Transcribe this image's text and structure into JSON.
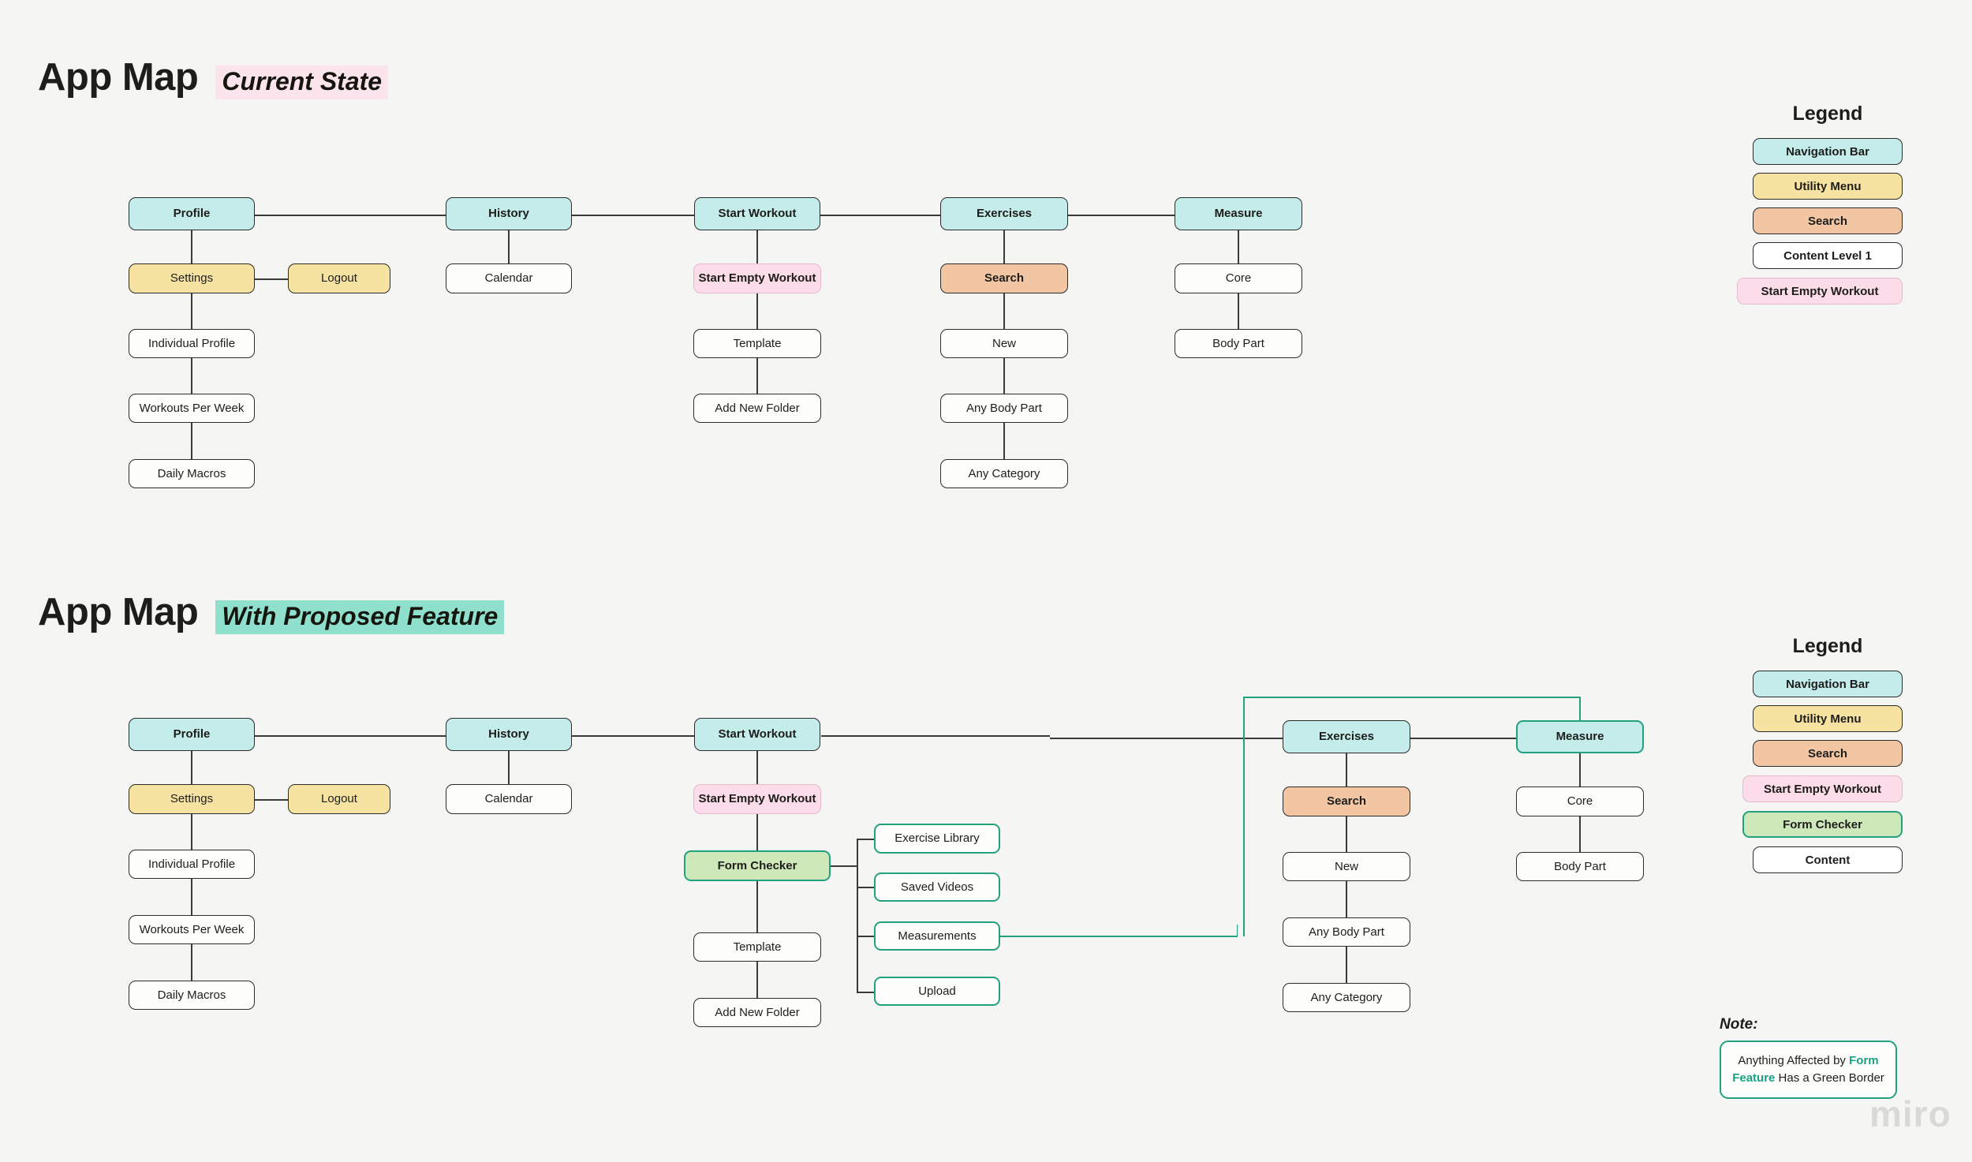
{
  "sections": [
    {
      "id": "current-state",
      "title_main": "App Map",
      "title_tag": "Current State",
      "legend": {
        "title": "Legend",
        "items": [
          {
            "label": "Navigation Bar",
            "kind": "nav"
          },
          {
            "label": "Utility Menu",
            "kind": "utility"
          },
          {
            "label": "Search",
            "kind": "search"
          },
          {
            "label": "Content Level 1",
            "kind": "white"
          },
          {
            "label": "Start Empty Workout",
            "kind": "empty"
          }
        ]
      },
      "nodes": {
        "profile": "Profile",
        "settings": "Settings",
        "logout": "Logout",
        "individual_profile": "Individual Profile",
        "workouts_per_week": "Workouts Per Week",
        "daily_macros": "Daily Macros",
        "history": "History",
        "calendar": "Calendar",
        "start_workout": "Start Workout",
        "start_empty_workout": "Start Empty Workout",
        "template": "Template",
        "add_new_folder": "Add New Folder",
        "exercises": "Exercises",
        "search": "Search",
        "new": "New",
        "any_body_part": "Any Body Part",
        "any_category": "Any Category",
        "measure": "Measure",
        "core": "Core",
        "body_part": "Body Part"
      }
    },
    {
      "id": "proposed-feature",
      "title_main": "App Map",
      "title_tag": "With Proposed Feature",
      "legend": {
        "title": "Legend",
        "items": [
          {
            "label": "Navigation Bar",
            "kind": "nav"
          },
          {
            "label": "Utility Menu",
            "kind": "utility"
          },
          {
            "label": "Search",
            "kind": "search"
          },
          {
            "label": "Start Empty Workout",
            "kind": "empty"
          },
          {
            "label": "Form Checker",
            "kind": "form"
          },
          {
            "label": "Content",
            "kind": "white"
          }
        ]
      },
      "note": {
        "label": "Note:",
        "text_before": "Anything Affected by ",
        "text_highlight": "Form Feature",
        "text_after": " Has a Green Border"
      },
      "nodes": {
        "profile": "Profile",
        "settings": "Settings",
        "logout": "Logout",
        "individual_profile": "Individual Profile",
        "workouts_per_week": "Workouts Per Week",
        "daily_macros": "Daily Macros",
        "history": "History",
        "calendar": "Calendar",
        "start_workout": "Start Workout",
        "start_empty_workout": "Start Empty Workout",
        "form_checker": "Form Checker",
        "template": "Template",
        "add_new_folder": "Add New Folder",
        "exercise_library": "Exercise Library",
        "saved_videos": "Saved Videos",
        "measurements": "Measurements",
        "upload": "Upload",
        "exercises": "Exercises",
        "search": "Search",
        "new": "New",
        "any_body_part": "Any Body Part",
        "any_category": "Any Category",
        "measure": "Measure",
        "core": "Core",
        "body_part": "Body Part"
      }
    }
  ],
  "watermark": "miro",
  "colors": {
    "background": "#f5f5f4",
    "nav": "#c3ecea",
    "utility": "#f7e3a1",
    "search": "#f2c5a3",
    "empty": "#fbdce8",
    "form": "#cfe8b9",
    "green_border": "#23a07e",
    "stroke": "#3a3a38",
    "tag_pink": "#fbe4ec",
    "tag_teal": "#8fdfcd"
  }
}
